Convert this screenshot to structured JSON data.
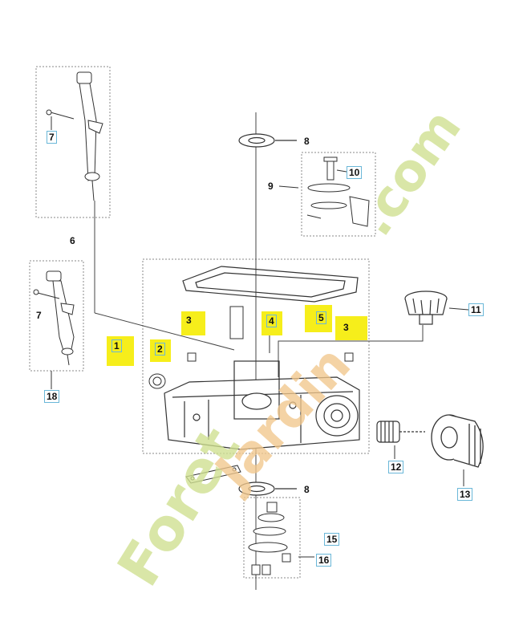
{
  "labels": {
    "p1": "1",
    "p2": "2",
    "p3a": "3",
    "p3b": "3",
    "p4": "4",
    "p5": "5",
    "p6": "6",
    "p7a": "7",
    "p7b": "7",
    "p8a": "8",
    "p8b": "8",
    "p9": "9",
    "p10": "10",
    "p11": "11",
    "p12": "12",
    "p13": "13",
    "p15": "15",
    "p16": "16",
    "p18": "18"
  },
  "watermark": {
    "text_a": "Foret",
    "text_b": "Jardin",
    "text_c": ".com"
  },
  "colors": {
    "highlight": "#f6ee1b",
    "label_border": "#6ab7d8",
    "watermark_green": "#c9dd8a",
    "watermark_orange": "#f3c88d",
    "line": "#333333"
  }
}
